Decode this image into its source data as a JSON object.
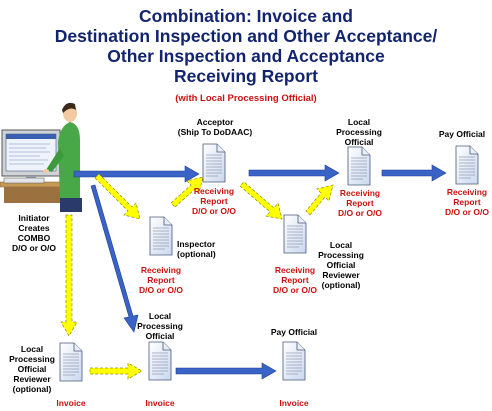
{
  "title": {
    "line1": "Combination: Invoice and",
    "line2": "Destination Inspection and Other Acceptance/",
    "line3": "Other Inspection and Acceptance",
    "line4": "Receiving Report"
  },
  "subtitle": "(with Local Processing Official)",
  "nodes": {
    "initiator": {
      "l1": "Initiator",
      "l2": "Creates",
      "l3": "COMBO",
      "l4": "D/O or O/O"
    },
    "acceptor": {
      "role1": "Acceptor",
      "role2": "(Ship To DoDAAC)",
      "doc1": "Receiving",
      "doc2": "Report",
      "doc3": "D/O or O/O"
    },
    "inspector": {
      "role1": "Inspector",
      "role2": "(optional)",
      "doc1": "Receiving",
      "doc2": "Report",
      "doc3": "D/O or O/O"
    },
    "lpo_top": {
      "role1": "Local",
      "role2": "Processing",
      "role3": "Official",
      "doc1": "Receiving",
      "doc2": "Report",
      "doc3": "D/O or O/O"
    },
    "lpo_reviewer_mid": {
      "role1": "Local",
      "role2": "Processing",
      "role3": "Official",
      "role4": "Reviewer",
      "role5": "(optional)",
      "doc1": "Receiving",
      "doc2": "Report",
      "doc3": "D/O or O/O"
    },
    "pay_top": {
      "role1": "Pay Official",
      "doc1": "Receiving",
      "doc2": "Report",
      "doc3": "D/O or O/O"
    },
    "lpo_reviewer_bottom": {
      "role1": "Local",
      "role2": "Processing",
      "role3": "Official",
      "role4": "Reviewer",
      "role5": "(optional)",
      "doc1": "Invoice"
    },
    "lpo_bottom": {
      "role1": "Local",
      "role2": "Processing",
      "role3": "Official",
      "doc1": "Invoice"
    },
    "pay_bottom": {
      "role1": "Pay Official",
      "doc1": "Invoice"
    }
  },
  "colors": {
    "title": "#12246e",
    "red_text": "#cc1111",
    "blue_arrow": "#3a63c8",
    "yellow_arrow": "#ffff00",
    "doc": "#dfe8f6"
  }
}
